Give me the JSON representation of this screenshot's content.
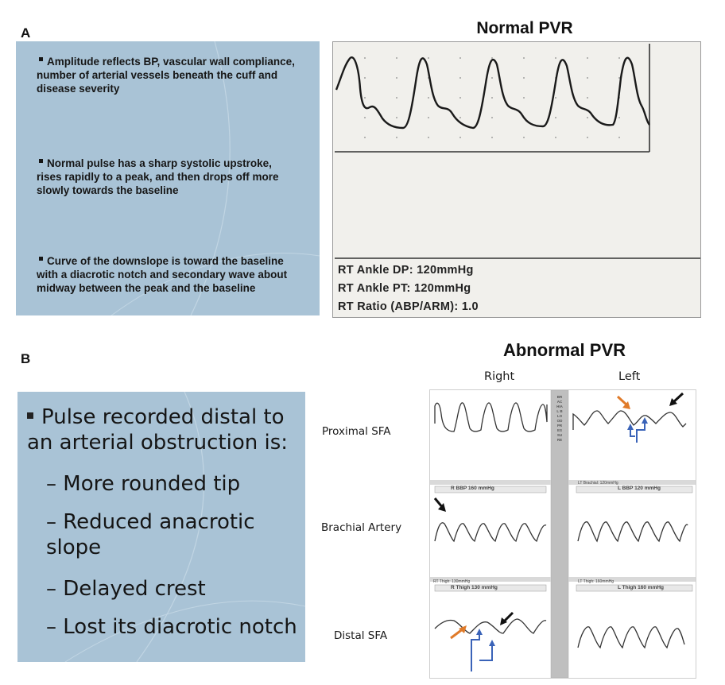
{
  "panel_a": {
    "letter": "A",
    "bullets": [
      "Amplitude reflects BP, vascular wall compliance, number of arterial vessels beneath the cuff and disease severity",
      "Normal pulse has a sharp systolic upstroke, rises rapidly to a peak, and then drops off more slowly towards the baseline",
      "Curve of the downslope is toward the baseline with a diacrotic notch and secondary wave about midway between the peak and the baseline"
    ],
    "title": "Normal PVR",
    "readouts": [
      "RT Ankle DP: 120mmHg",
      "RT Ankle PT: 120mmHg",
      "RT Ratio (ABP/ARM): 1.0"
    ]
  },
  "panel_b": {
    "letter": "B",
    "title": "Abnormal PVR",
    "slide_heading": "Pulse recorded distal to an arterial obstruction is:",
    "slide_items": [
      "More rounded tip",
      "Reduced anacrotic slope",
      "Delayed crest",
      "Lost its diacrotic notch"
    ],
    "col_labels": [
      "Right",
      "Left"
    ],
    "row_labels": [
      "Proximal SFA",
      "Brachial Artery",
      "Distal SFA"
    ],
    "strip_labels": {
      "r_bbp": "R BBP 160 mmHg",
      "l_bbp": "L BBP 120 mmHg",
      "r_thigh": "R Thigh 130 mmHg",
      "l_thigh": "L Thigh 160 mmHg",
      "lt_brachial": "LT Brachial: 120mmHg",
      "rt_thigh": "RT Thigh: 130mmHg",
      "lt_thigh": "LT Thigh: 160mmHg"
    },
    "center_strip_text": "BRACHIAL BLOOD PRESSURE"
  },
  "colors": {
    "slide_bg": "#a9c3d6",
    "orange_arrow": "#e07b2a",
    "blue_arrow": "#3a63b8",
    "black_arrow": "#111111"
  }
}
